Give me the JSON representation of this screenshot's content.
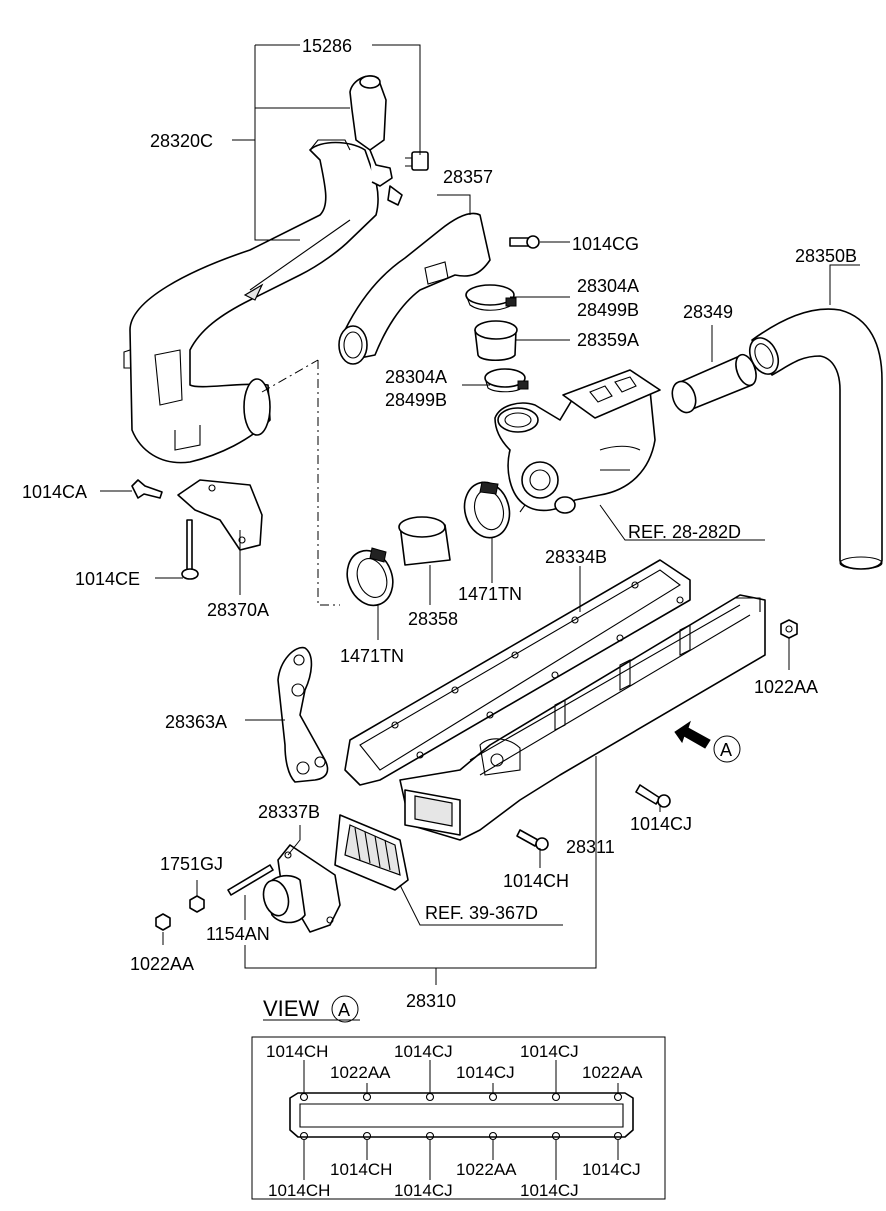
{
  "labels": {
    "p15286": "15286",
    "p28320C": "28320C",
    "p28357": "28357",
    "p1014CG": "1014CG",
    "p28350B": "28350B",
    "p28304A_1": "28304A",
    "p28499B_1": "28499B",
    "p28349": "28349",
    "p28359A": "28359A",
    "p28304A_2": "28304A",
    "p28499B_2": "28499B",
    "p1014CA": "1014CA",
    "ref1": "REF. 28-282D",
    "p28334B": "28334B",
    "p1014CE": "1014CE",
    "p1471TN_1": "1471TN",
    "p28370A": "28370A",
    "p28358": "28358",
    "p1471TN_2": "1471TN",
    "p1022AA_1": "1022AA",
    "p28363A": "28363A",
    "arrowA": "A",
    "p1014CJ_1": "1014CJ",
    "p28337B": "28337B",
    "p28311": "28311",
    "p1751GJ": "1751GJ",
    "p1014CH_1": "1014CH",
    "ref2": "REF. 39-367D",
    "p1154AN": "1154AN",
    "p1022AA_2": "1022AA",
    "p28310": "28310"
  },
  "view_a": {
    "title": "VIEW",
    "circle_letter": "A",
    "top_row": [
      "1014CH",
      "1014CJ",
      "1014CJ"
    ],
    "top_row_2": [
      "1022AA",
      "1014CJ",
      "1022AA"
    ],
    "bottom_row": [
      "1014CH",
      "1022AA",
      "1014CJ"
    ],
    "bottom_row_2": [
      "1014CH",
      "1014CJ",
      "1014CJ"
    ]
  }
}
